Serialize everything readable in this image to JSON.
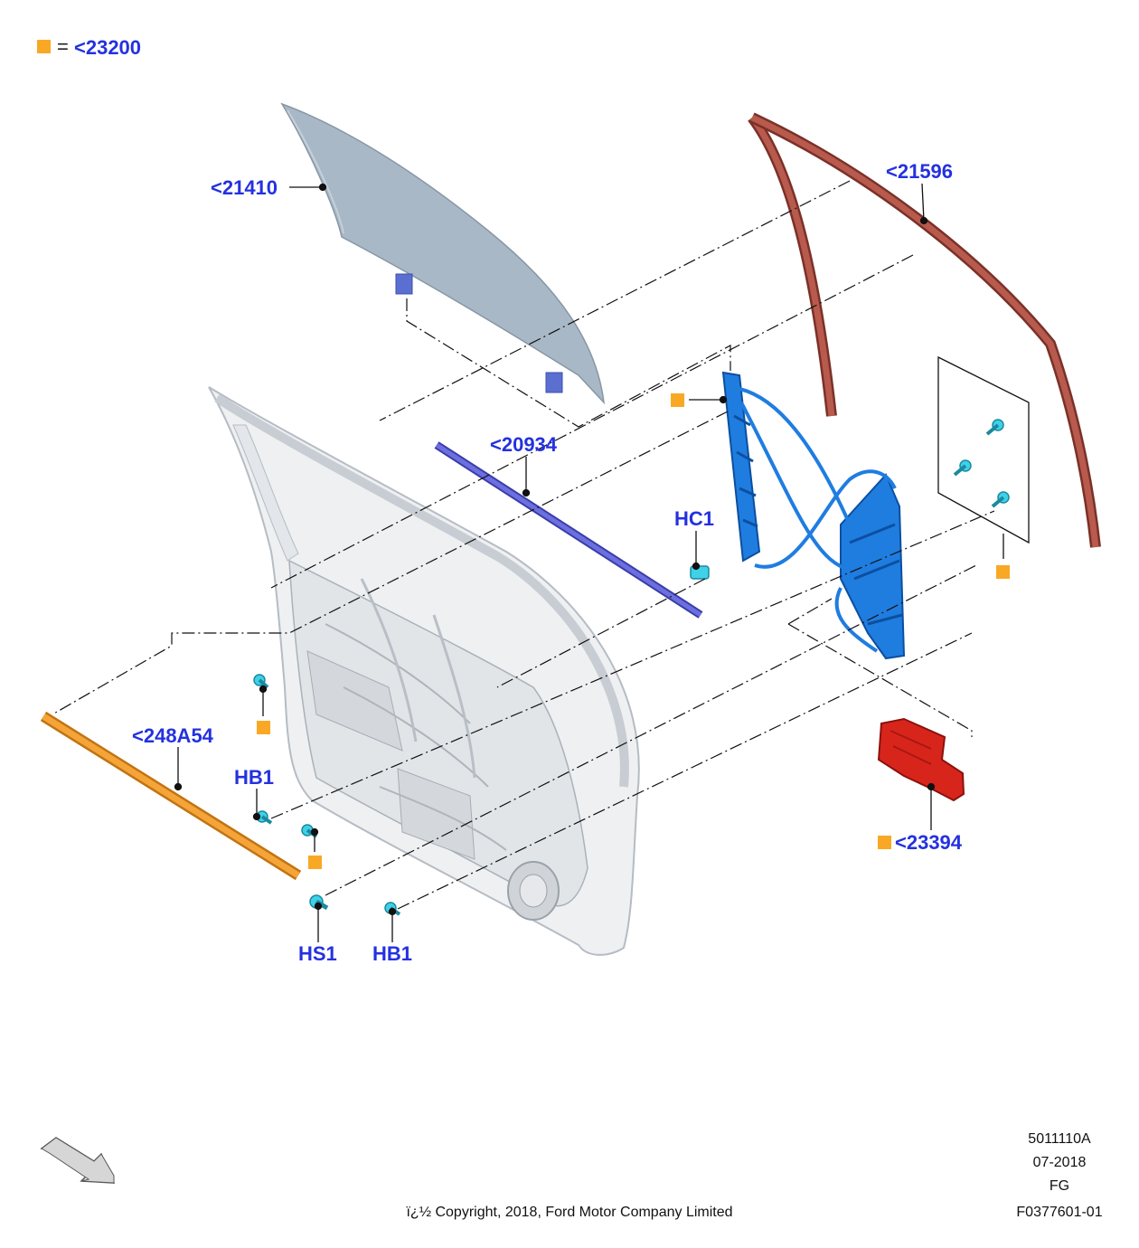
{
  "legend": {
    "equals": "=",
    "ref": "<23200"
  },
  "callouts": {
    "glass": "<21410",
    "run_channel": "<21596",
    "belt_weatherstrip": "<20934",
    "clip_hc1": "HC1",
    "lower_weatherstrip": "<248A54",
    "bolt_hb1_upper": "HB1",
    "bolt_hs1": "HS1",
    "bolt_hb1_lower": "HB1",
    "motor": "<23394"
  },
  "footer": {
    "code": "5011110A",
    "date": "07-2018",
    "region": "FG",
    "figure": "F0377601-01",
    "copyright": "ï¿½ Copyright, 2018, Ford Motor Company Limited"
  },
  "colors": {
    "callout_text": "#2431e0",
    "marker_square": "#f9a825",
    "glass": "#a9b8c6",
    "run_channel": "#a84b40",
    "belt_strip": "#5b5fd6",
    "regulator": "#1f7de0",
    "fastener": "#3fd1e8",
    "lower_strip": "#f5a43a",
    "motor": "#d8251c",
    "door_panel": "#eef0f2"
  },
  "icons": [
    "front-direction-arrow-icon"
  ]
}
